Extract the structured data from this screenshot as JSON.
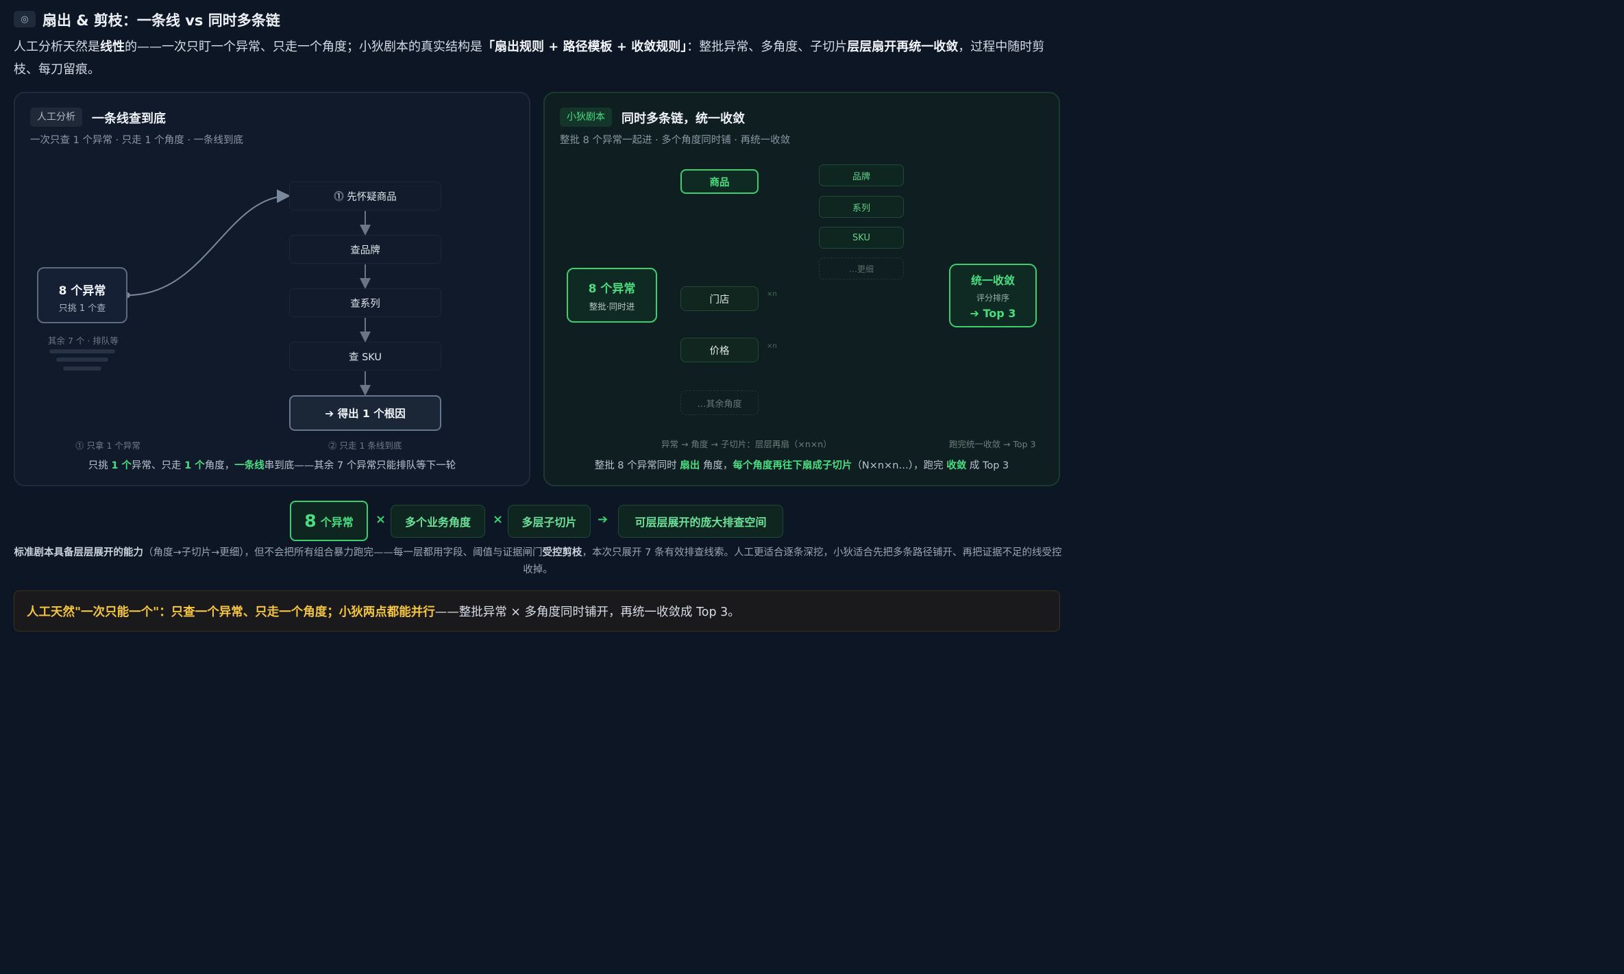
{
  "header": {
    "icon": "target-icon",
    "title": "扇出 & 剪枝：一条线 vs 同时多条链",
    "desc": [
      {
        "t": "人工分析天然是",
        "b": false
      },
      {
        "t": "线性",
        "b": true
      },
      {
        "t": "的——一次只盯一个异常、只走一个角度；小狄剧本的真实结构是",
        "b": false
      },
      {
        "t": "「扇出规则 + 路径模板 + 收敛规则」",
        "b": true
      },
      {
        "t": "：整批异常、多角度、子切片",
        "b": false
      },
      {
        "t": "层层扇开再统一收敛",
        "b": true
      },
      {
        "t": "，过程中随时剪枝、每刀留痕。",
        "b": false
      }
    ]
  },
  "left": {
    "tag": "人工分析",
    "title": "一条线查到底",
    "subtitle": "一次只查 1 个异常 · 只走 1 个角度 · 一条线到底",
    "start_title": "8 个异常",
    "start_sub": "只挑 1 个查",
    "rest": "其余 7 个 · 排队等",
    "steps": [
      "⓵ 先怀疑商品",
      "查品牌",
      "查系列",
      "查 SKU"
    ],
    "final": "➔ 得出 1 个根因",
    "note_left": "⓵ 只拿 1 个异常",
    "note_right": "⓶ 只走 1 条线到底",
    "caption": [
      {
        "t": "只挑 ",
        "g": false
      },
      {
        "t": "1 个",
        "g": true
      },
      {
        "t": "异常、只走 ",
        "g": false
      },
      {
        "t": "1 个",
        "g": true
      },
      {
        "t": "角度，",
        "g": false
      },
      {
        "t": "一条线",
        "g": true
      },
      {
        "t": "串到底——其余 7 个异常只能排队等下一轮",
        "g": false
      }
    ]
  },
  "right": {
    "tag": "小狄剧本",
    "title": "同时多条链，统一收敛",
    "subtitle": "整批 8 个异常一起进 · 多个角度同时铺 · 再统一收敛",
    "start_title": "8 个异常",
    "start_sub": "整批·同时进",
    "angles": [
      "商品",
      "门店",
      "价格",
      "…其余角度"
    ],
    "subs": [
      "品牌",
      "系列",
      "SKU",
      "…更细"
    ],
    "xn": "×n",
    "end_title": "统一收敛",
    "end_sub": "评分排序",
    "end_top": "➔ Top 3",
    "note_left": "异常 → 角度 → 子切片：层层再扇（×n×n）",
    "note_right": "跑完统一收敛 → Top 3",
    "caption": [
      {
        "t": "整批 8 个异常同时 ",
        "g": false
      },
      {
        "t": "扇出",
        "g": true
      },
      {
        "t": " 角度，",
        "g": false
      },
      {
        "t": "每个角度再往下扇成子切片",
        "g": true
      },
      {
        "t": "（N×n×n…），跑完 ",
        "g": false
      },
      {
        "t": "收敛",
        "g": true
      },
      {
        "t": " 成 Top 3",
        "g": false
      }
    ]
  },
  "formula": {
    "first_num": "8",
    "first_unit": "个异常",
    "ops": [
      "×",
      "×",
      "➔"
    ],
    "items": [
      "多个业务角度",
      "多层子切片",
      "可层层展开的庞大排查空间"
    ]
  },
  "note": [
    {
      "t": "标准剧本具备层层展开的能力",
      "b": true
    },
    {
      "t": "（角度→子切片→更细），但不会把所有组合暴力跑完——每一层都用字段、阈值与证据闸门",
      "b": false
    },
    {
      "t": "受控剪枝",
      "b": true
    },
    {
      "t": "，本次只展开 7 条有效排查线索。人工更适合逐条深挖，小狄适合先把多条路径铺开、再把证据不足的线受控收掉。",
      "b": false
    }
  ],
  "bottom": {
    "highlight": "人工天然\"一次只能一个\"：只查一个异常、只走一个角度；小狄两点都能并行",
    "rest": "——整批异常 × 多角度同时铺开，再统一收敛成 Top 3。"
  },
  "colors": {
    "accent": "#4ade80",
    "highlight": "#f5c542",
    "bg": "#0d1625"
  }
}
